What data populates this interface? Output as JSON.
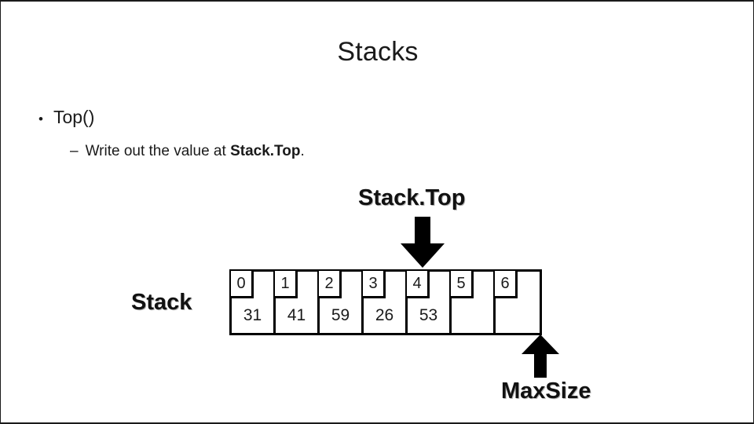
{
  "slide": {
    "title": "Stacks",
    "bullets": {
      "level1_marker": "•",
      "level1_text": "Top()",
      "level2_marker": "–",
      "level2_prefix": "Write out the value at ",
      "level2_bold": "Stack.Top",
      "level2_suffix": "."
    },
    "labels": {
      "stack_top": "Stack.Top",
      "stack": "Stack",
      "max_size": "MaxSize"
    },
    "icons": {
      "arrow_down": "arrow-down-icon",
      "arrow_up": "arrow-up-icon"
    },
    "colors": {
      "ink": "#1a1a1a",
      "outline": "#000000",
      "background": "#ffffff"
    }
  },
  "array": {
    "cells": [
      {
        "index": "0",
        "value": "31"
      },
      {
        "index": "1",
        "value": "41"
      },
      {
        "index": "2",
        "value": "59"
      },
      {
        "index": "3",
        "value": "26"
      },
      {
        "index": "4",
        "value": "53"
      },
      {
        "index": "5",
        "value": ""
      },
      {
        "index": "6",
        "value": ""
      }
    ]
  }
}
